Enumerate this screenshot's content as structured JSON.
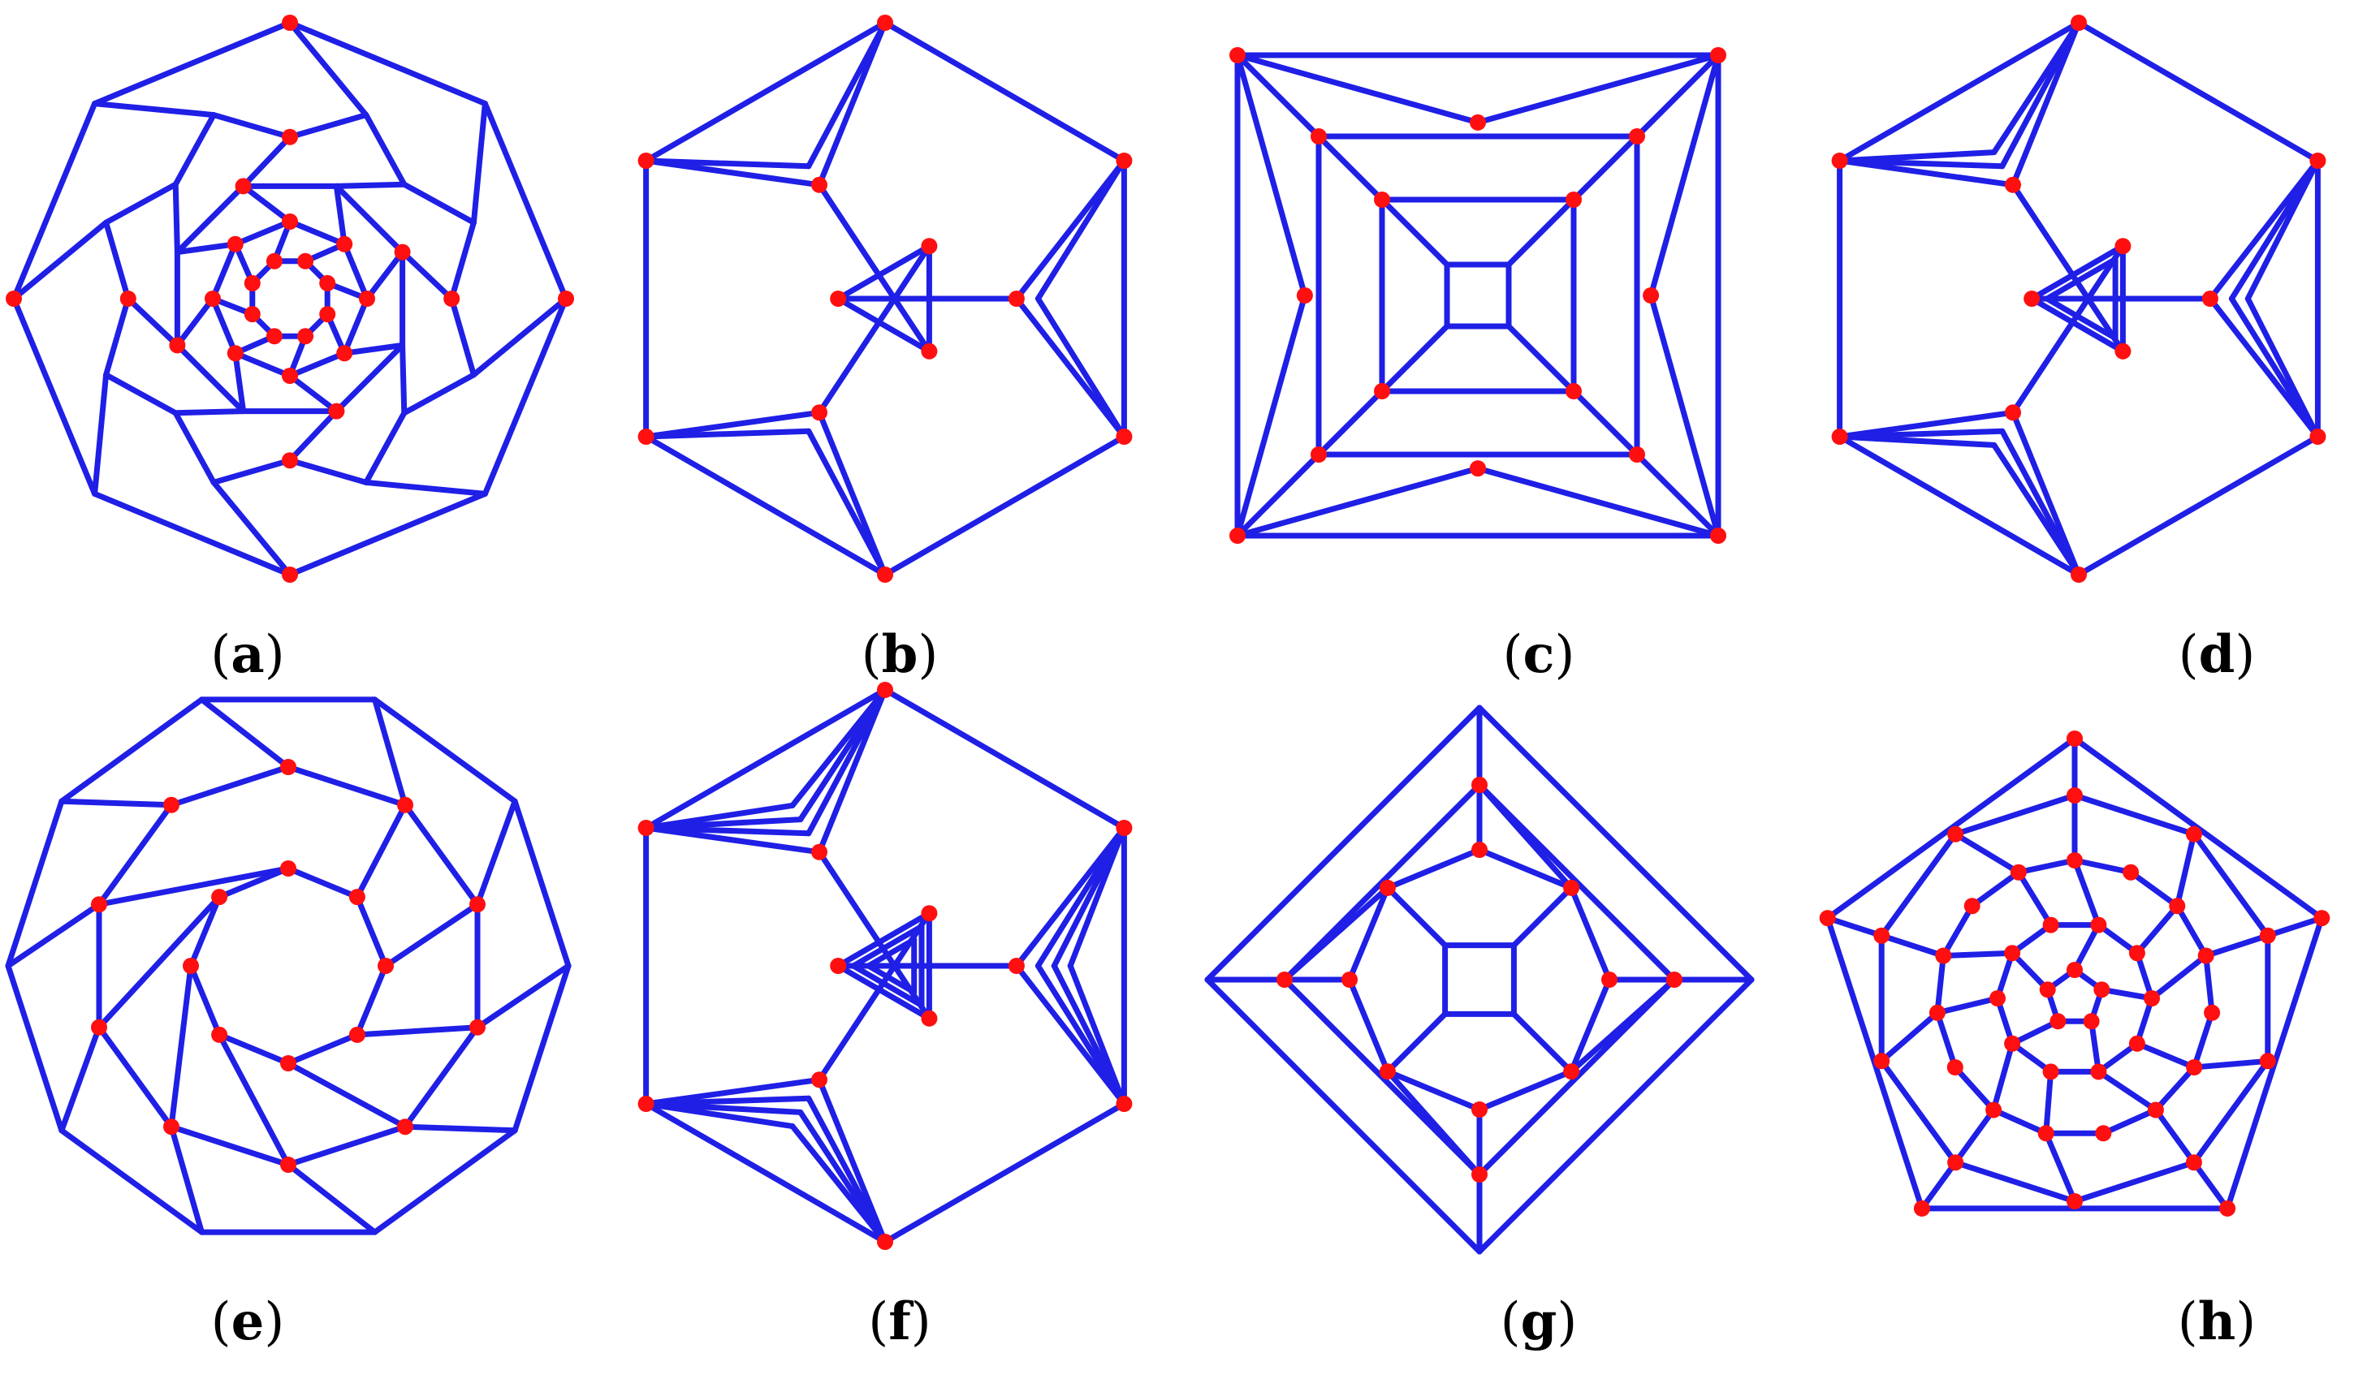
{
  "figure": {
    "edge_color": "#1f1fe6",
    "vertex_color": "#ff0f0f",
    "panels": [
      {
        "id": "a",
        "label": "a",
        "shape": "octagon-multilevel"
      },
      {
        "id": "b",
        "label": "b",
        "shape": "hexagon-spiked"
      },
      {
        "id": "c",
        "label": "c",
        "shape": "square-nested"
      },
      {
        "id": "d",
        "label": "d",
        "shape": "hexagon-spiked-double"
      },
      {
        "id": "e",
        "label": "e",
        "shape": "irregular-decagon"
      },
      {
        "id": "f",
        "label": "f",
        "shape": "hexagon-spiked-triple"
      },
      {
        "id": "g",
        "label": "g",
        "shape": "diamond-nested"
      },
      {
        "id": "h",
        "label": "h",
        "shape": "pentagon-dense"
      }
    ]
  }
}
